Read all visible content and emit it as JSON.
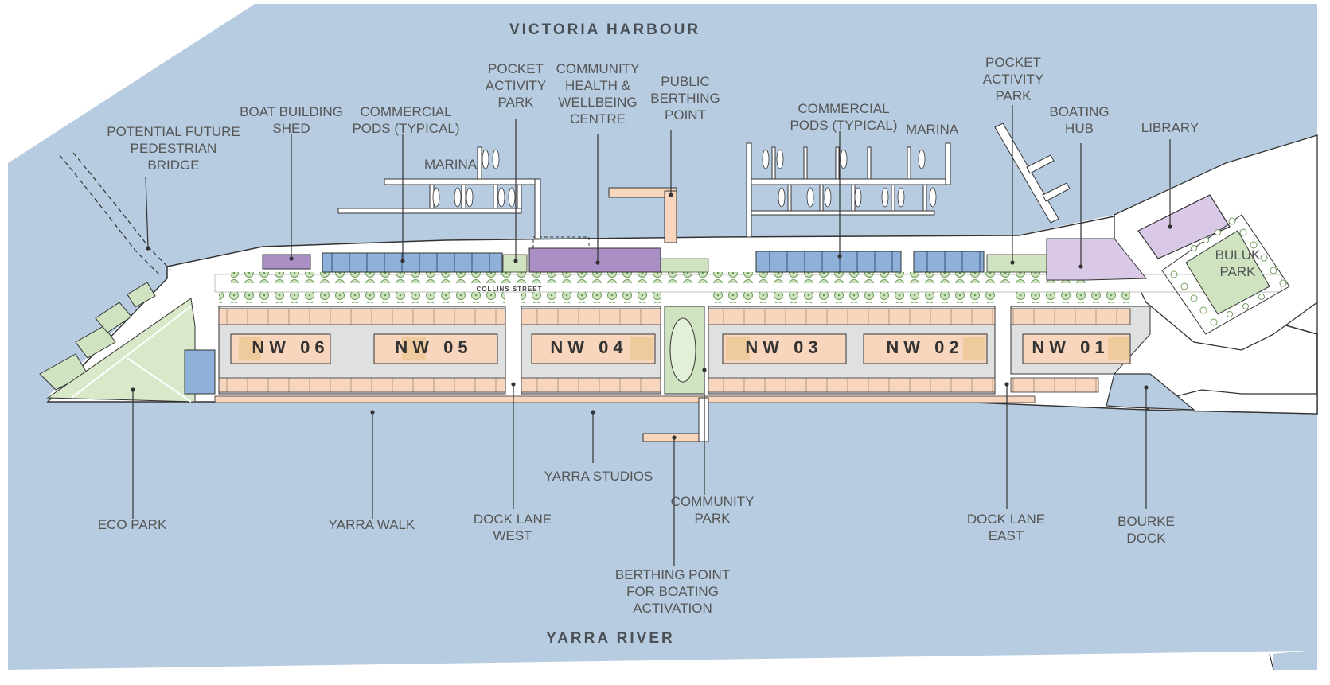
{
  "water": {
    "harbour": "VICTORIA HARBOUR",
    "river": "YARRA RIVER"
  },
  "street": "COLLINS STREET",
  "buildings": [
    "NW 06",
    "NW 05",
    "NW 04",
    "NW 03",
    "NW 02",
    "NW 01"
  ],
  "labels": {
    "pedestrian_bridge": "POTENTIAL FUTURE\nPEDESTRIAN\nBRIDGE",
    "boat_building_shed": "BOAT BUILDING\nSHED",
    "commercial_pods_west": "COMMERCIAL\nPODS (TYPICAL)",
    "marina_west": "MARINA",
    "pocket_park_west": "POCKET\nACTIVITY\nPARK",
    "health_centre": "COMMUNITY\nHEALTH &\nWELLBEING\nCENTRE",
    "public_berthing": "PUBLIC\nBERTHING\nPOINT",
    "commercial_pods_east": "COMMERCIAL\nPODS (TYPICAL)",
    "marina_east": "MARINA",
    "pocket_park_east": "POCKET\nACTIVITY\nPARK",
    "boating_hub": "BOATING\nHUB",
    "library": "LIBRARY",
    "buluk_park": "BULUK\nPARK",
    "eco_park": "ECO PARK",
    "yarra_walk": "YARRA WALK",
    "dock_lane_west": "DOCK LANE\nWEST",
    "yarra_studios": "YARRA STUDIOS",
    "community_park": "COMMUNITY\nPARK",
    "berthing_boating": "BERTHING POINT\nFOR BOATING\nACTIVATION",
    "dock_lane_east": "DOCK LANE\nEAST",
    "bourke_dock": "BOURKE\nDOCK"
  },
  "colors": {
    "water": "#b7cce0",
    "land": "#ffffff",
    "residential": "#f7d6bd",
    "courtyard": "#dfe0e0",
    "park": "#cfe3c0",
    "commercial_pod": "#8eb0d9",
    "community_centre": "#a98fc4",
    "library": "#d9c9e6",
    "tree": "#7fae6a"
  }
}
